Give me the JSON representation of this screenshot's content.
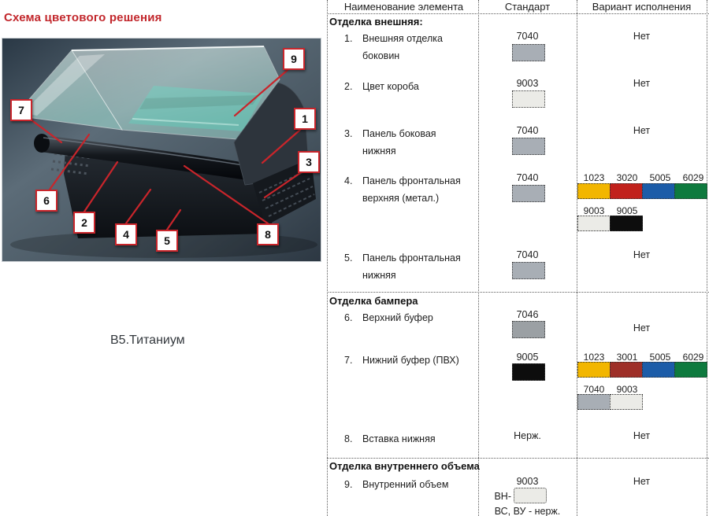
{
  "page": {
    "title": "Схема цветового решения",
    "caption": "В5.Титаниум",
    "accent_red": "#c9252b"
  },
  "photo": {
    "callouts": [
      {
        "n": "1"
      },
      {
        "n": "2"
      },
      {
        "n": "3"
      },
      {
        "n": "4"
      },
      {
        "n": "5"
      },
      {
        "n": "6"
      },
      {
        "n": "7"
      },
      {
        "n": "8"
      },
      {
        "n": "9"
      }
    ]
  },
  "table": {
    "headers": [
      "Наименование элемента",
      "Стандарт",
      "Вариант исполнения"
    ],
    "sections": [
      {
        "title": "Отделка внешняя:",
        "rows": [
          {
            "num": "1.",
            "line1": "Внешняя отделка",
            "line2": "боковин",
            "std_label": "7040",
            "std_color": "#a8aeb5",
            "variant": "Нет"
          },
          {
            "num": "2.",
            "line1": "Цвет короба",
            "std_label": "9003",
            "std_color": "#ebebe7",
            "variant": "Нет"
          },
          {
            "num": "3.",
            "line1": "Панель боковая",
            "line2": "нижняя",
            "std_label": "7040",
            "std_color": "#a8aeb5",
            "variant": "Нет"
          },
          {
            "num": "4.",
            "line1": "Панель фронтальная",
            "line2": "верхняя (метал.)",
            "std_label": "7040",
            "std_color": "#a8aeb5",
            "strip1": [
              {
                "label": "1023",
                "color": "#f2b600"
              },
              {
                "label": "3020",
                "color": "#c1211c"
              },
              {
                "label": "5005",
                "color": "#1c5ca8"
              },
              {
                "label": "6029",
                "color": "#0e7a3e"
              }
            ],
            "strip2": [
              {
                "label": "9003",
                "color": "#ebebe7"
              },
              {
                "label": "9005",
                "color": "#0d0d0d"
              }
            ]
          },
          {
            "num": "5.",
            "line1": "Панель фронтальная",
            "line2": "нижняя",
            "std_label": "7040",
            "std_color": "#a8aeb5",
            "variant": "Нет"
          }
        ]
      },
      {
        "title": "Отделка бампера",
        "rows": [
          {
            "num": "6.",
            "line1": "Верхний буфер",
            "std_label": "7046",
            "std_color": "#9ba0a4",
            "variant": "Нет"
          },
          {
            "num": "7.",
            "line1": "Нижний буфер (ПВХ)",
            "std_label": "9005",
            "std_color": "#0d0d0d",
            "strip1": [
              {
                "label": "1023",
                "color": "#f2b600"
              },
              {
                "label": "3001",
                "color": "#9e2f28"
              },
              {
                "label": "5005",
                "color": "#1c5ca8"
              },
              {
                "label": "6029",
                "color": "#0e7a3e"
              }
            ],
            "strip2": [
              {
                "label": "7040",
                "color": "#a8aeb5"
              },
              {
                "label": "9003",
                "color": "#ebebe7"
              }
            ]
          },
          {
            "num": "8.",
            "line1": "Вставка нижняя",
            "std_text": "Нерж.",
            "variant": "Нет"
          }
        ]
      },
      {
        "title": "Отделка внутреннего объема",
        "rows": [
          {
            "num": "9.",
            "line1": "Внутренний объем",
            "std_label": "9003",
            "std_prefix": "ВН-",
            "std_color": "#ebebe7",
            "std_note": "ВС, ВУ - нерж.",
            "variant": "Нет"
          }
        ]
      }
    ]
  }
}
